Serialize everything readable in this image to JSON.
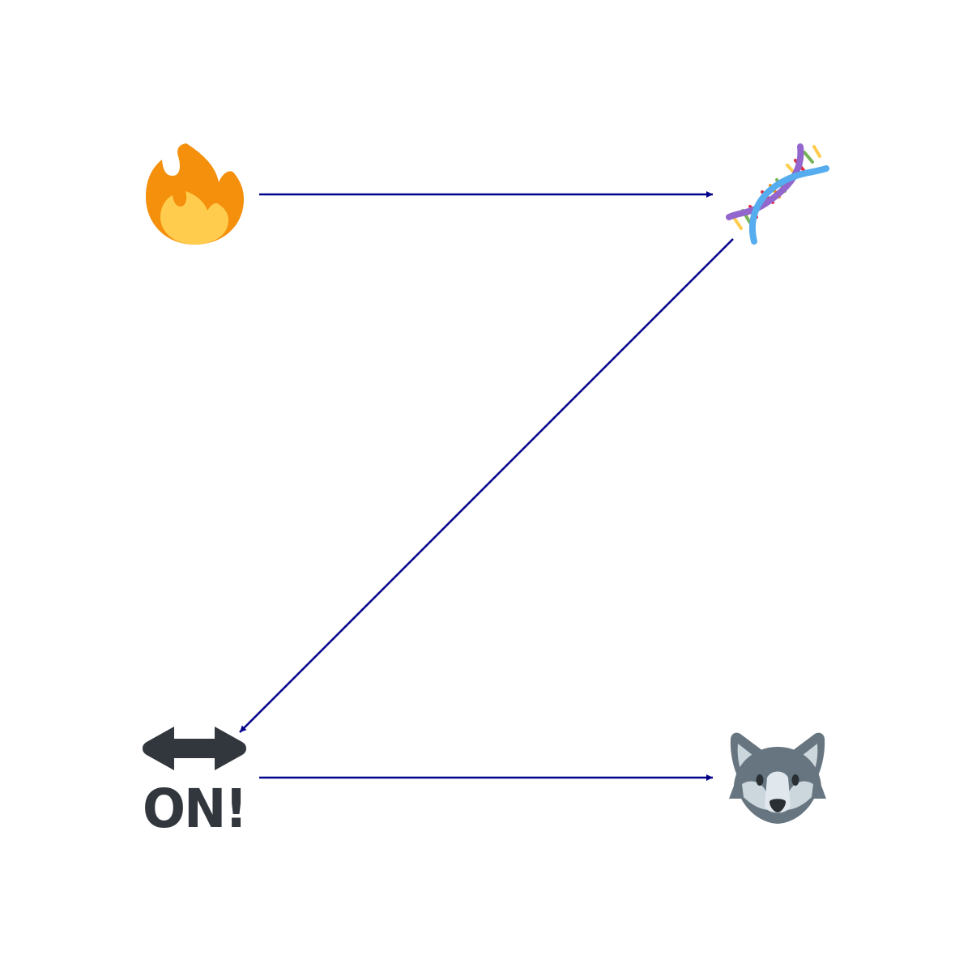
{
  "diagram": {
    "edge_color": "#00008b",
    "nodes": [
      {
        "id": "fire",
        "icon": "fire-emoji"
      },
      {
        "id": "dna",
        "icon": "dna-emoji"
      },
      {
        "id": "on-arrow",
        "icon": "on-arrow-emoji",
        "label": "ON!"
      },
      {
        "id": "wolf",
        "icon": "wolf-face-emoji"
      }
    ],
    "edges": [
      {
        "from": "fire",
        "to": "dna"
      },
      {
        "from": "dna",
        "to": "on-arrow"
      },
      {
        "from": "on-arrow",
        "to": "wolf"
      }
    ]
  }
}
